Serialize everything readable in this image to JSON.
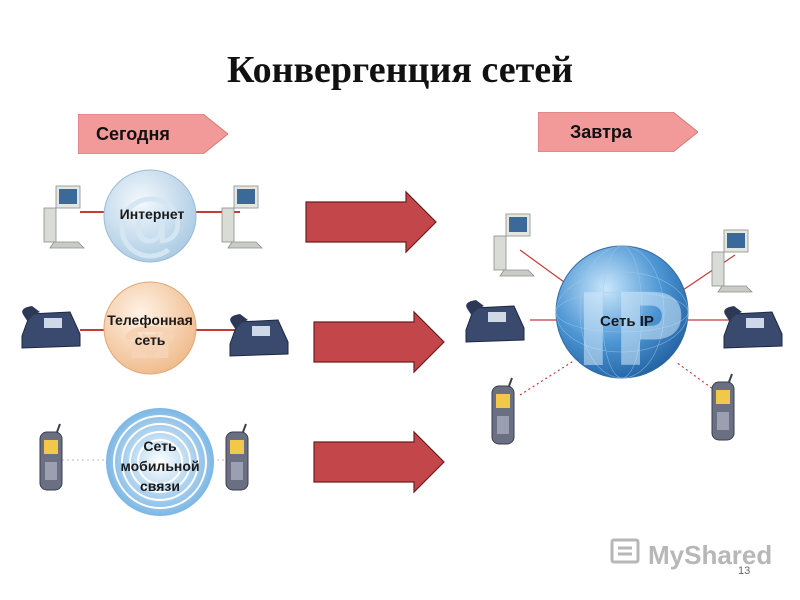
{
  "title": "Конвергенция сетей",
  "today_label": "Сегодня",
  "tomorrow_label": "Завтра",
  "networks": {
    "internet": "Интернет",
    "phone_line1": "Телефонная",
    "phone_line2": "сеть",
    "mobile_line1": "Сеть",
    "mobile_line2": "мобильной",
    "mobile_line3": "связи"
  },
  "ip_network": "Сеть IP",
  "page_number": "13",
  "watermark": "MyShared",
  "colors": {
    "arrow": "#c2464a",
    "tag": "#f29a9a",
    "sphere": "#3f86c8",
    "phone_link": "#d33",
    "cable": "#c73a3a"
  }
}
